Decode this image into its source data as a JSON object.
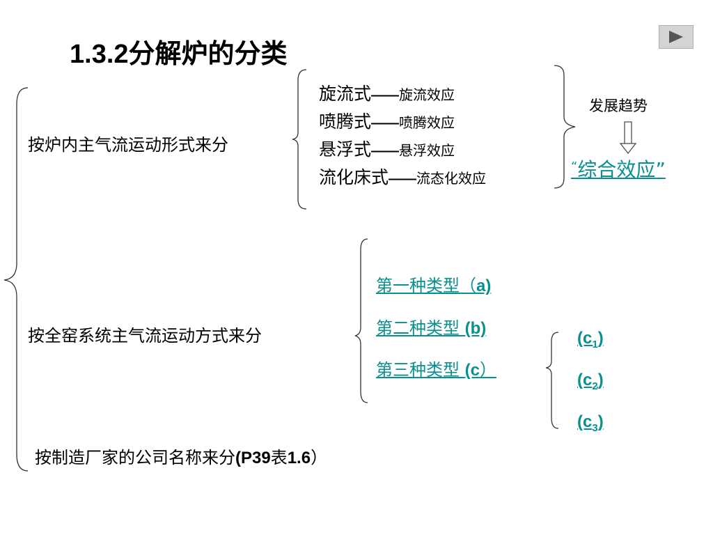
{
  "title": {
    "number": "1.3.2",
    "text": "分解炉的分类"
  },
  "nav": {
    "next_icon": "play-triangle-icon"
  },
  "categories": {
    "airflow_in_furnace": "按炉内主气流运动形式来分",
    "airflow_whole_kiln": "按全窑系统主气流运动方式来分",
    "by_manufacturer": {
      "text": "按制造厂家的公司名称来分",
      "ref": "(P39",
      "table": "表",
      "num": "1.6",
      "close": "）"
    }
  },
  "furnace_types": [
    {
      "name": "旋流式",
      "dash": "——",
      "effect": "旋流效应"
    },
    {
      "name": "喷腾式",
      "dash": "——",
      "effect": "喷腾效应"
    },
    {
      "name": "悬浮式",
      "dash": "——",
      "effect": "悬浮效应"
    },
    {
      "name": "流化床式",
      "dash": "——",
      "effect": "流态化效应"
    }
  ],
  "trend": {
    "label": "发展趋势",
    "result_open": "“",
    "result": "综合效应",
    "result_close": "”"
  },
  "kiln_types": [
    {
      "cn": "第一种类型（",
      "lat": "a)"
    },
    {
      "cn": "第二种类型  ",
      "lat": "(b)"
    },
    {
      "cn": "第三种类型 ",
      "lat": "(c",
      "cn_close": "）"
    }
  ],
  "c_subtypes": [
    {
      "open": "(c",
      "sub": "1",
      "close": ")"
    },
    {
      "open": "(c",
      "sub": "2",
      "close": ")"
    },
    {
      "open": "(c",
      "sub": "3",
      "close": ")"
    }
  ]
}
